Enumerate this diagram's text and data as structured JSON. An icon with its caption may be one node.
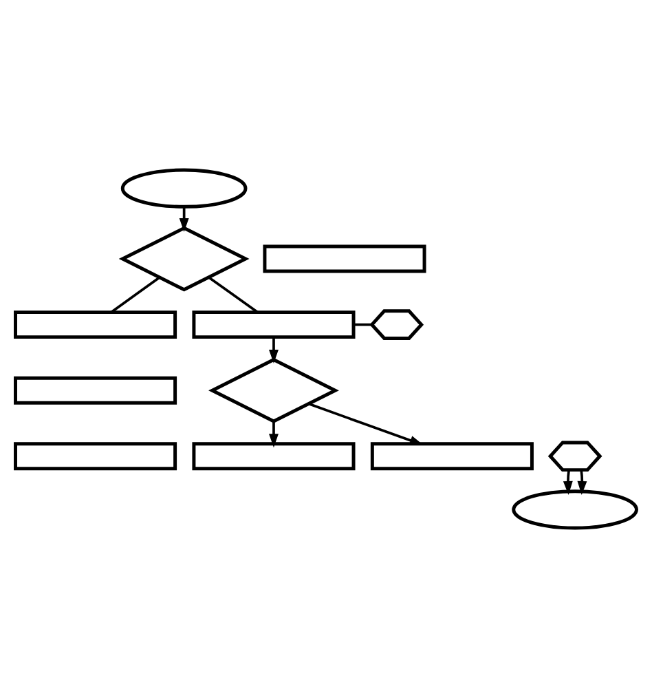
{
  "diagram": {
    "nodes": [
      {
        "text": [],
        "shape": "ellipse"
      },
      {
        "text": [],
        "shape": "diamond"
      },
      {
        "text": [],
        "shape": "box"
      },
      {
        "text": [],
        "shape": "box"
      },
      {
        "text": [],
        "shape": "box"
      },
      {
        "text": [],
        "shape": "box"
      },
      {
        "text": [],
        "shape": "box"
      },
      {
        "text": [],
        "shape": "hexagon"
      },
      {
        "text": [],
        "shape": "diamond"
      },
      {
        "text": [],
        "shape": "box"
      },
      {
        "text": [],
        "shape": "box"
      },
      {
        "text": [],
        "shape": "hexagon"
      },
      {
        "text": [],
        "shape": "ellipse"
      }
    ],
    "edges": [
      {
        "from": 0,
        "to": 1,
        "arrow": "to"
      },
      {
        "from": 1,
        "to": 3,
        "arrow": "none"
      },
      {
        "from": 1,
        "to": 6,
        "arrow": "none"
      },
      {
        "from": 6,
        "to": 7,
        "arrow": "none"
      },
      {
        "from": 6,
        "to": 8,
        "arrow": "to"
      },
      {
        "from": 8,
        "to": 9,
        "arrow": "to"
      },
      {
        "from": 8,
        "to": 10,
        "arrow": "to"
      },
      {
        "from": 11,
        "to": 12,
        "arrow": "to"
      },
      {
        "from": 11,
        "to": 12,
        "arrow": "to"
      }
    ]
  }
}
